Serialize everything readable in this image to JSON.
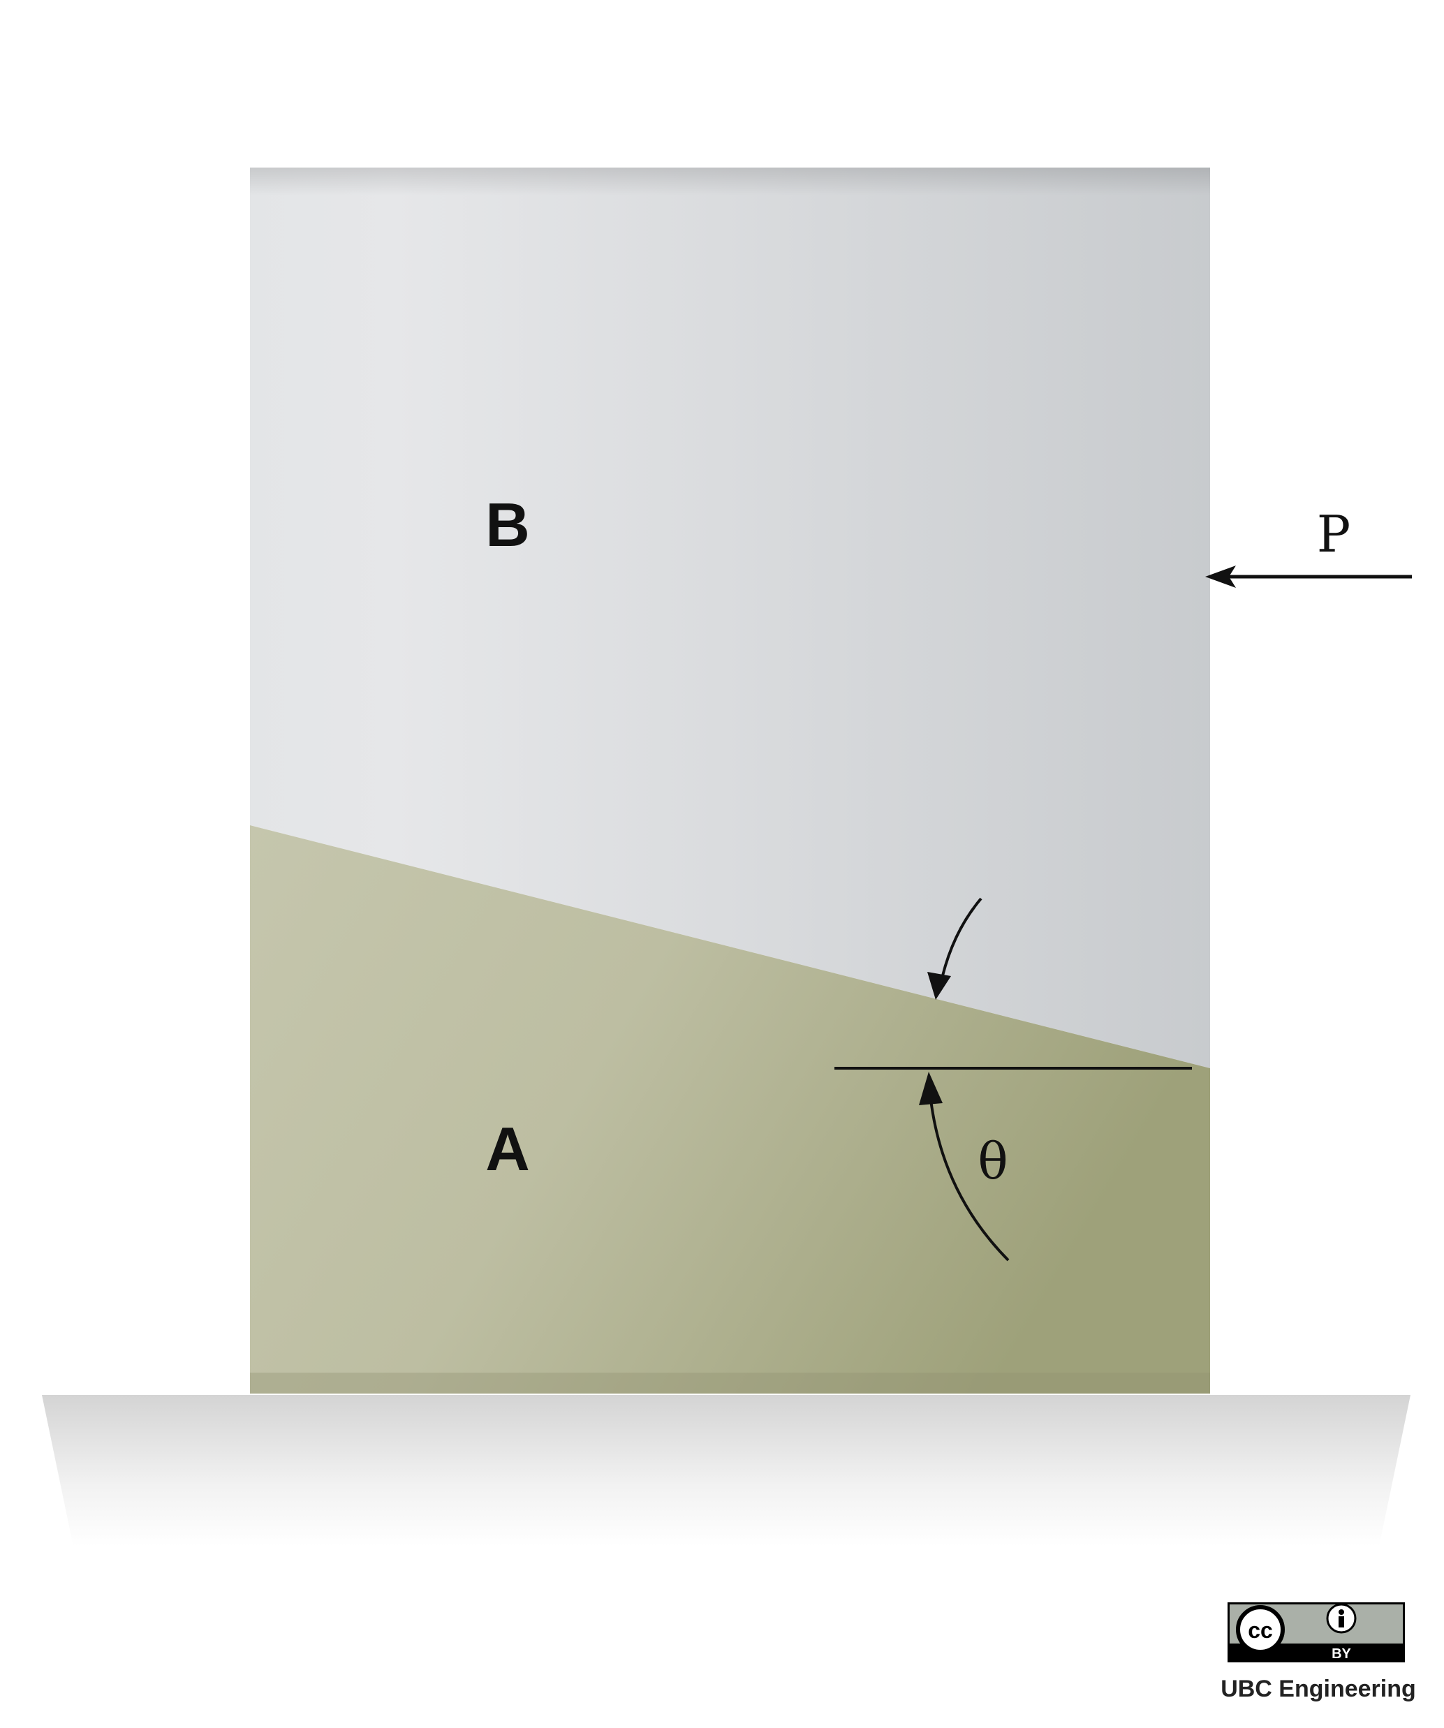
{
  "labels": {
    "block_b": "B",
    "block_a": "A",
    "force": "P",
    "angle": "θ"
  },
  "license": {
    "badge_left": "cc",
    "badge_right": "BY",
    "credit": "UBC Engineering"
  },
  "colors": {
    "block_b": "#d8dbde",
    "block_a": "#b8b99a",
    "ground": "#e8e8e8",
    "lines": "#111111"
  }
}
